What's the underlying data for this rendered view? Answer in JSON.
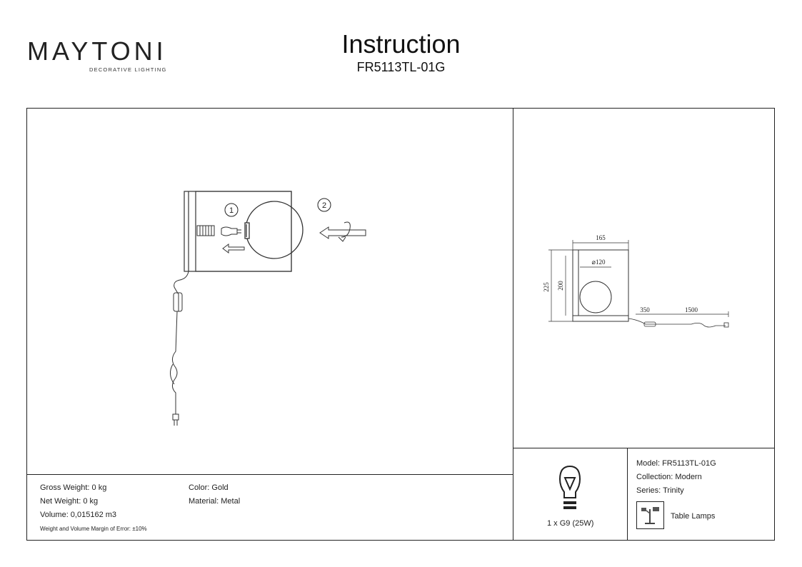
{
  "brand": {
    "name": "MAYTONI",
    "tagline": "DECORATIVE LIGHTING"
  },
  "header": {
    "title": "Instruction",
    "model": "FR5113TL-01G"
  },
  "assembly": {
    "step1": "1",
    "step2": "2"
  },
  "dimensions": {
    "width": "165",
    "diameter": "⌀120",
    "height_outer": "225",
    "height_inner": "200",
    "cord_short": "350",
    "cord_long": "1500"
  },
  "specs_left": {
    "gross_weight": "Gross Weight: 0 kg",
    "net_weight": "Net Weight: 0 kg",
    "volume": "Volume: 0,015162 m3",
    "margin_note": "Weight and Volume Margin of Error: ±10%"
  },
  "specs_mid": {
    "color": "Color: Gold",
    "material": "Material: Metal"
  },
  "bulb": {
    "icon": "bulb-icon",
    "label": "1 x G9 (25W)"
  },
  "product": {
    "model": "Model: FR5113TL-01G",
    "collection": "Collection: Modern",
    "series": "Series: Trinity",
    "category_icon": "table-lamp-icon",
    "category": "Table Lamps"
  }
}
